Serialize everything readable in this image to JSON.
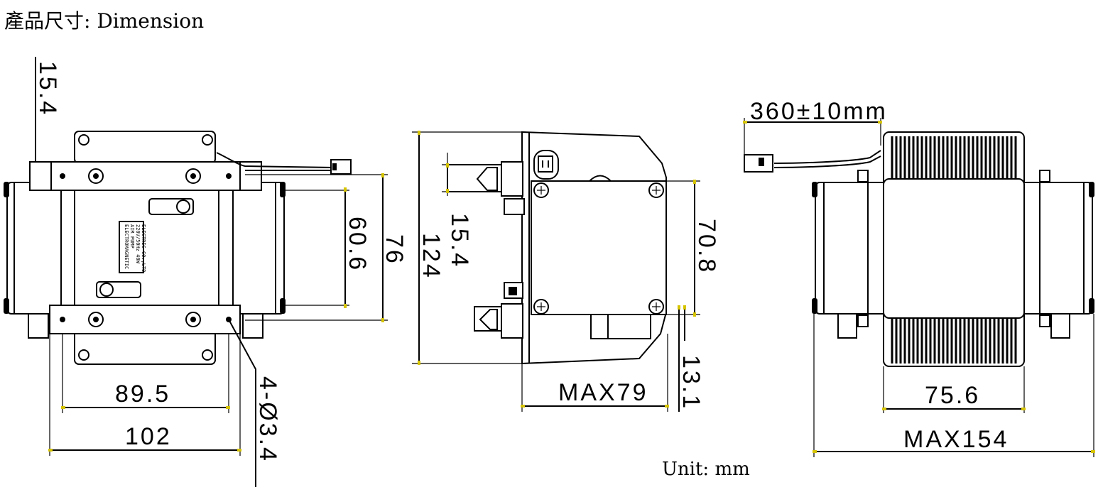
{
  "title": "產品尺寸: Dimension",
  "unit_note": "Unit: mm",
  "accent_color": "#d6c400",
  "line_color": "#000000",
  "dimensions": {
    "top_offset": "15.4",
    "inner_height": "60.6",
    "outer_height": "76",
    "hole_spacing": "89.5",
    "base_width": "102",
    "holes": "4-Ø3.4",
    "side_height": "124",
    "side_offset": "15.4",
    "side_box_height": "70.8",
    "side_depth": "MAX79",
    "side_flange": "13.1",
    "cable_length": "360±10mm",
    "back_width": "75.6",
    "back_total": "MAX154"
  },
  "nameplate_lines": [
    "ELECTROMAGNETIC",
    "AIR PUMP",
    "220V/50Hz 40W",
    "ELECTRIC CO.,LTD"
  ]
}
